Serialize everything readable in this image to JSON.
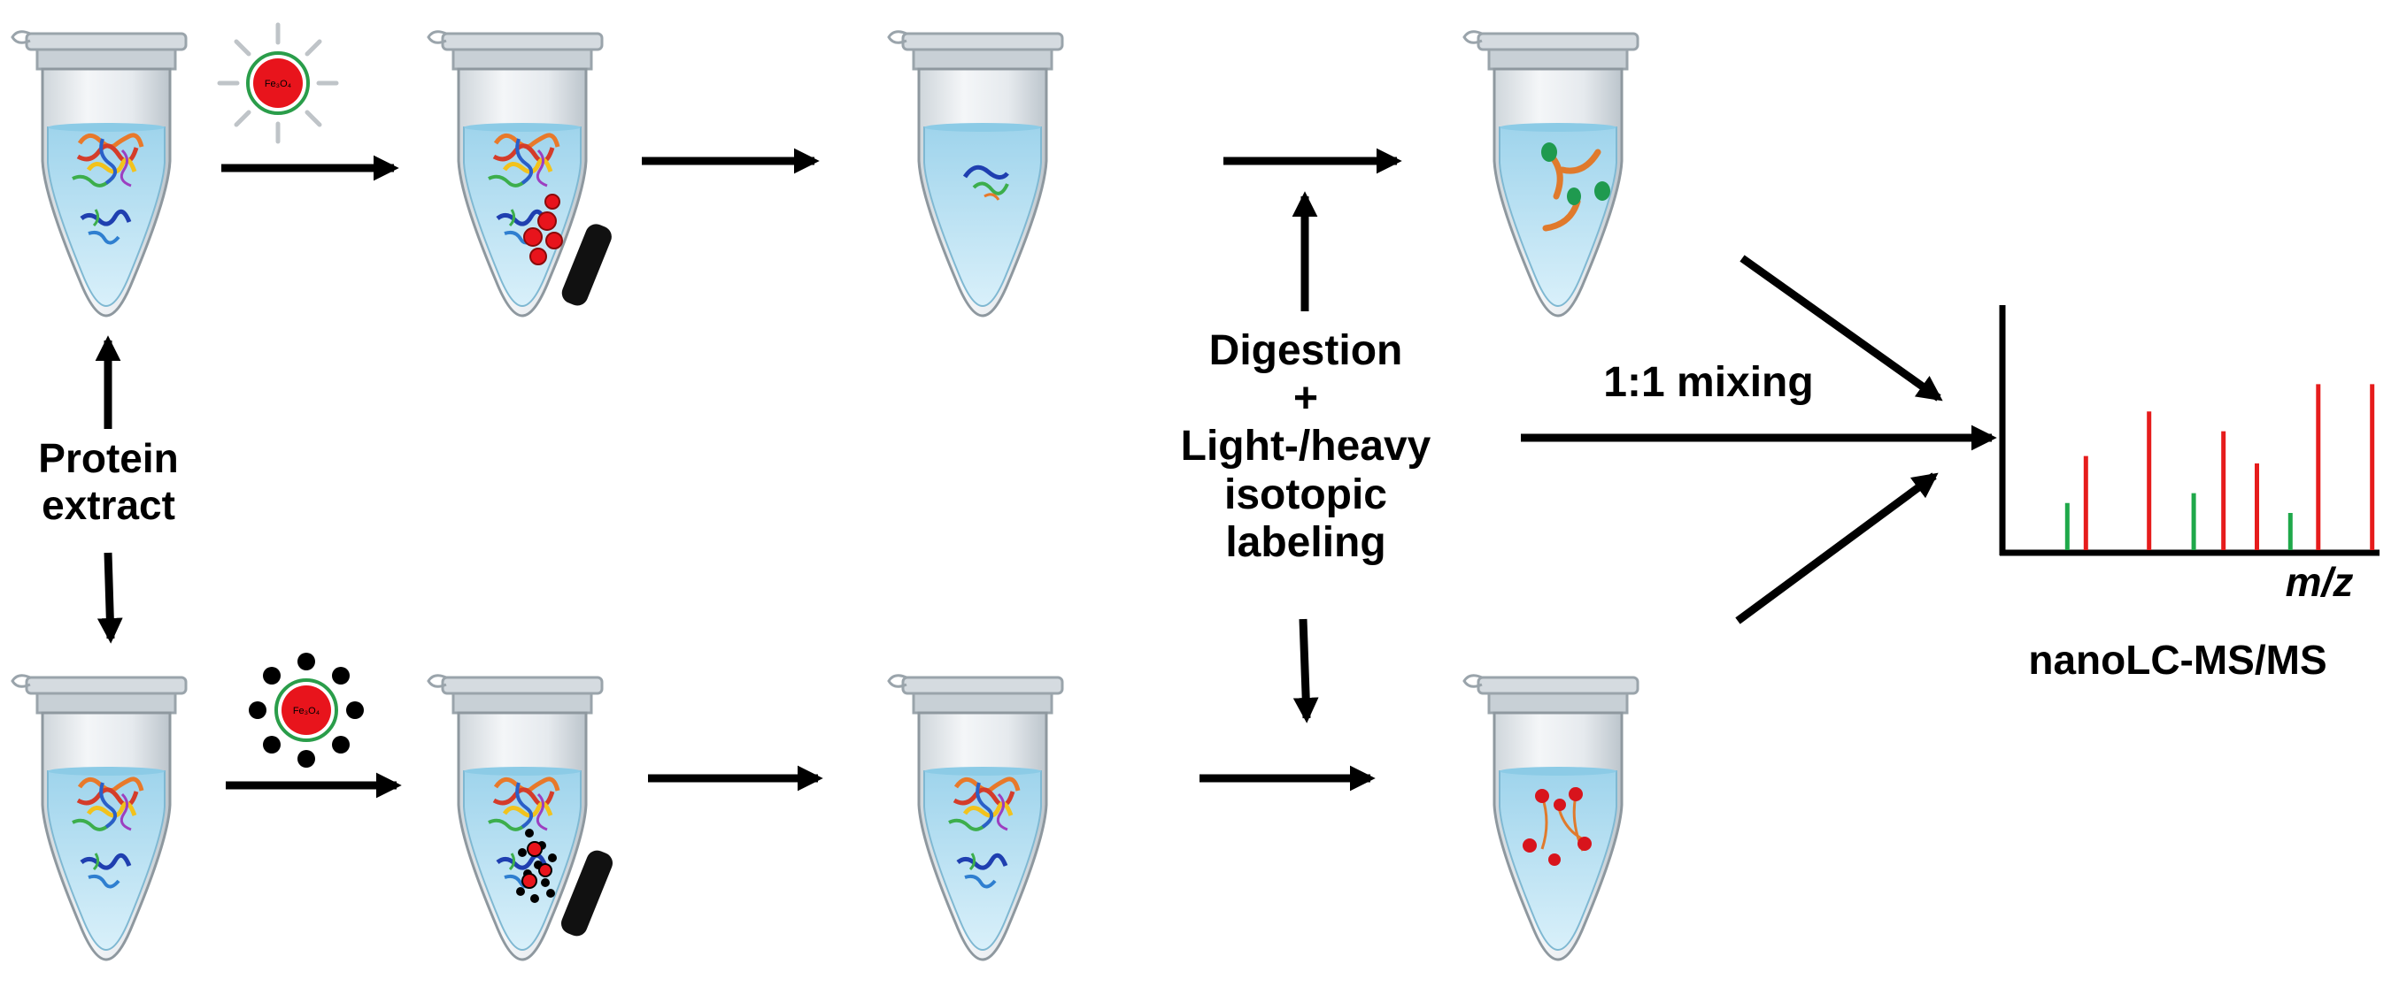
{
  "labels": {
    "protein_line1": "Protein",
    "protein_line2": "extract",
    "digestion_line1": "Digestion",
    "digestion_line2": "+",
    "digestion_line3": "Light-/heavy",
    "digestion_line4": "isotopic",
    "digestion_line5": "labeling",
    "mixing": "1:1 mixing",
    "mz": "m/z",
    "instrument": "nanoLC-MS/MS",
    "nanoparticle_core": "Fe3O4"
  },
  "colors": {
    "arrow": "#000000",
    "nanoparticle_core": "#e8141c",
    "nanoparticle_shell": "#2a9d4a",
    "spectrum_red": "#e61c1c",
    "spectrum_green": "#1fa84a",
    "tube_liquid": "#bfe3f2",
    "tube_body": "#e8ecef",
    "peptide_orange": "#e07a2c",
    "peptide_green": "#1f9a4f",
    "peptide_red": "#d8141c"
  },
  "spectrum": {
    "peaks": [
      {
        "mz_index": 0.165,
        "intensity": 0.19,
        "color": "green"
      },
      {
        "mz_index": 0.215,
        "intensity": 0.38,
        "color": "red"
      },
      {
        "mz_index": 0.385,
        "intensity": 0.56,
        "color": "red"
      },
      {
        "mz_index": 0.505,
        "intensity": 0.23,
        "color": "green"
      },
      {
        "mz_index": 0.585,
        "intensity": 0.48,
        "color": "red"
      },
      {
        "mz_index": 0.675,
        "intensity": 0.35,
        "color": "red"
      },
      {
        "mz_index": 0.765,
        "intensity": 0.15,
        "color": "green"
      },
      {
        "mz_index": 0.84,
        "intensity": 0.67,
        "color": "red"
      },
      {
        "mz_index": 0.985,
        "intensity": 0.67,
        "color": "red"
      }
    ]
  }
}
